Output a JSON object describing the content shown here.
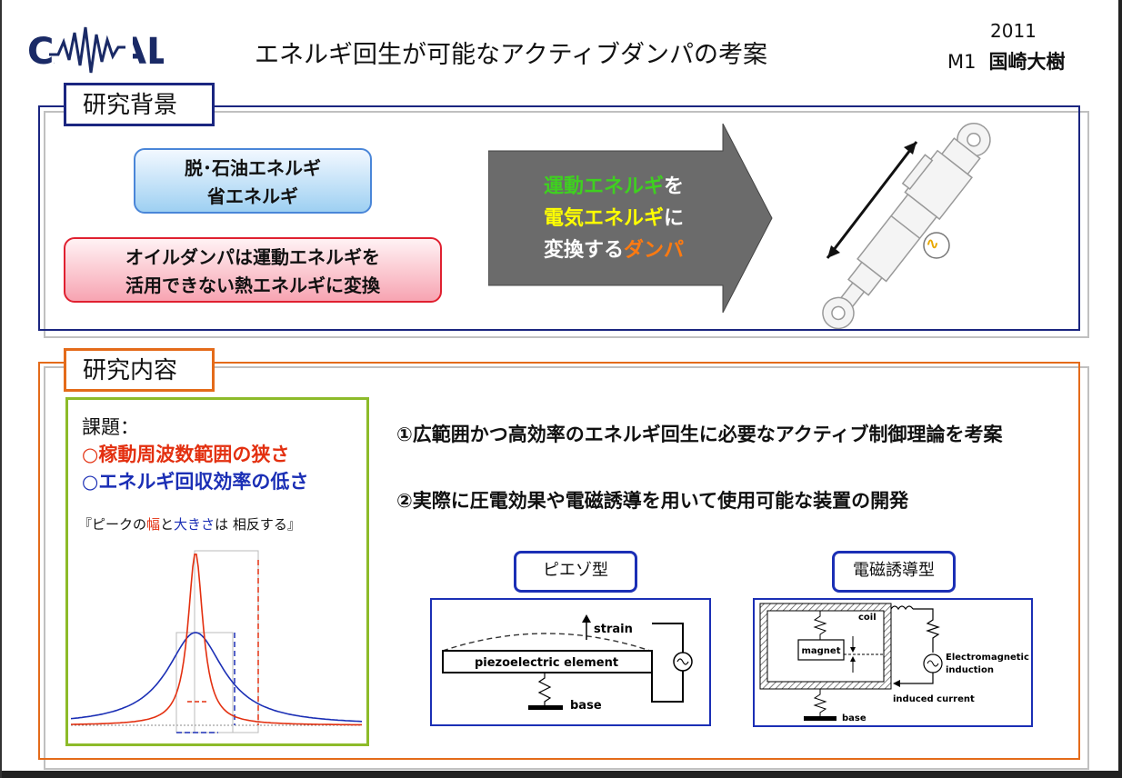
{
  "header": {
    "logo_text": "CAMAL",
    "title": "エネルギ回生が可能なアクティブダンパの考案",
    "year": "2011",
    "grade": "M1",
    "name": "国崎大樹"
  },
  "background_section": {
    "label": "研究背景",
    "box_blue": {
      "line1": "脱･石油エネルギ",
      "line2": "省エネルギ"
    },
    "box_red": {
      "line1": "オイルダンパは運動エネルギを",
      "line2": "活用できない熱エネルギに変換"
    },
    "arrow": {
      "l1a": "運動エネルギ",
      "l1b": "を",
      "l2a": "電気エネルギ",
      "l2b": "に",
      "l3a": "変換する",
      "l3b": "ダンパ"
    },
    "ac_symbol": "∿"
  },
  "content_section": {
    "label": "研究内容",
    "issues": {
      "heading": "課題：",
      "item1": "○稼動周波数範囲の狭さ",
      "item2": "○エネルギ回収効率の低さ",
      "note_a": "『ピークの",
      "note_b": "幅",
      "note_c": "と",
      "note_d": "大きさ",
      "note_e": "は 相反する』"
    },
    "item1": "①広範囲かつ高効率のエネルギ回生に必要なアクティブ制御理論を考案",
    "item2": "②実際に圧電効果や電磁誘導を用いて使用可能な装置の開発",
    "piezo": {
      "tag": "ピエゾ型",
      "element_label": "piezoelectric element",
      "strain_label": "strain",
      "base_label": "base"
    },
    "em": {
      "tag": "電磁誘導型",
      "coil_label": "coil",
      "magnet_label": "magnet",
      "induction_l1": "Electromagnetic",
      "induction_l2": "induction",
      "current_label": "induced current",
      "base_label": "base"
    }
  },
  "colors": {
    "navy": "#1b2680",
    "orange": "#e46b1a",
    "green_border": "#8dbb2a",
    "red_text": "#e33010",
    "blue_text": "#1b2fb5",
    "arrow_gray": "#6b6b6b",
    "text_green": "#3fd020",
    "text_yellow": "#ffff00",
    "text_orange": "#ff7a10"
  }
}
